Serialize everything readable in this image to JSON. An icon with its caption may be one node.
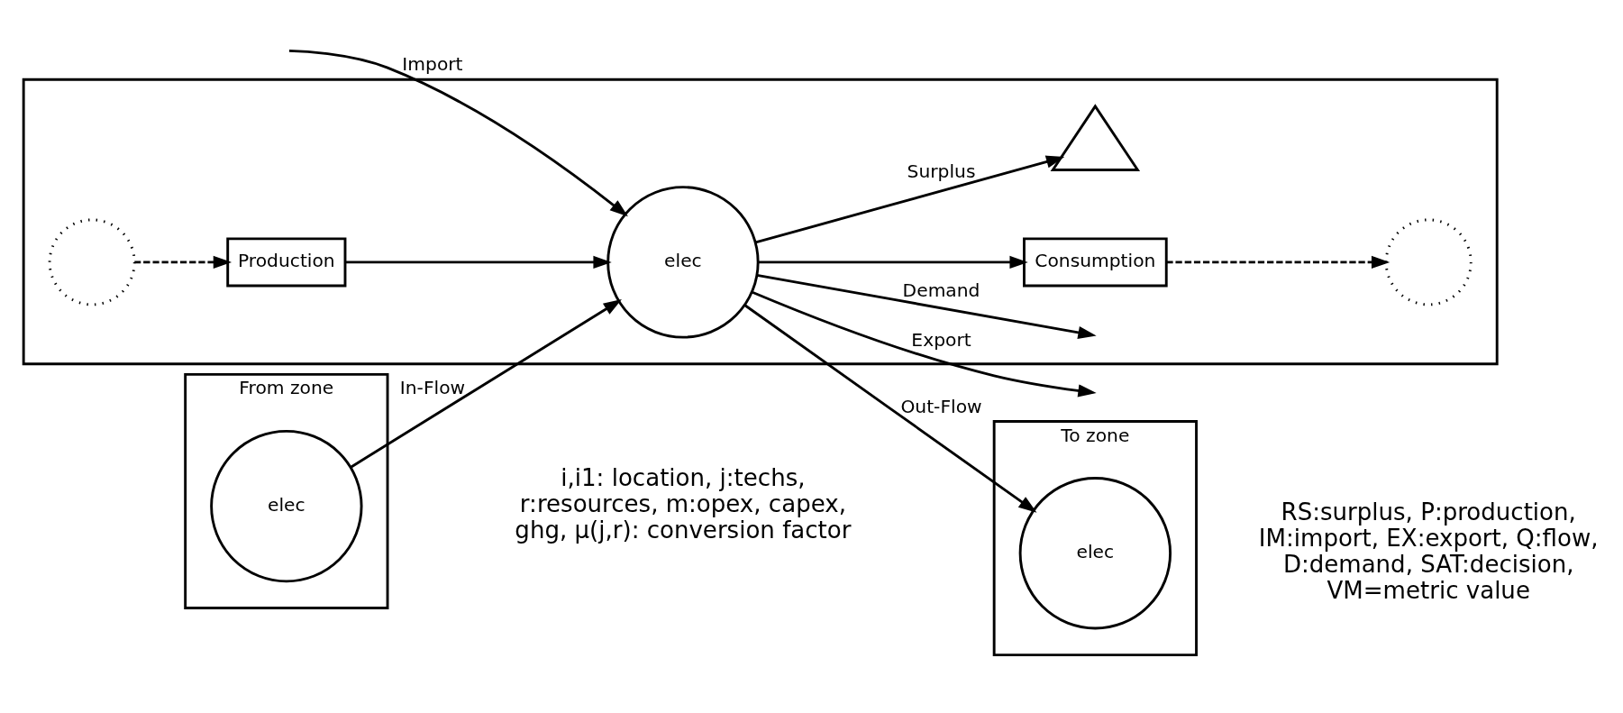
{
  "diagram": {
    "nodes": [
      {
        "text": [
          "From zone"
        ]
      },
      {
        "text": [
          "elec"
        ],
        "in": 0
      },
      {
        "text": [],
        "shape": "box"
      },
      {
        "text": [],
        "shape": "circle",
        "in": 2
      },
      {
        "text": [
          "Production"
        ],
        "in": 2
      },
      {
        "text": [
          "Consumption"
        ],
        "in": 2
      },
      {
        "text": [],
        "shape": "circle",
        "in": 2
      },
      {
        "text": [
          "elec"
        ],
        "in": 2
      },
      {
        "text": [],
        "shape": "triangle",
        "in": 2
      },
      {
        "text": [
          "To zone"
        ]
      },
      {
        "text": [
          "elec"
        ],
        "in": 9
      }
    ],
    "edges": [
      {
        "from": 3,
        "to": 4,
        "arrow": "to",
        "style": "dashed"
      },
      {
        "from": 5,
        "to": 6,
        "arrow": "to",
        "style": "dashed"
      },
      {
        "from": 4,
        "to": 7,
        "arrow": "to"
      },
      {
        "from": 7,
        "to": 5,
        "arrow": "to"
      },
      {
        "from": null,
        "to": 7,
        "arrow": "to",
        "label": "Import"
      },
      {
        "from": 7,
        "to": null,
        "arrow": "to",
        "label": "Export"
      },
      {
        "from": 1,
        "to": 7,
        "arrow": "to",
        "label": "In-Flow"
      },
      {
        "from": 7,
        "to": 10,
        "arrow": "to",
        "label": "Out-Flow"
      },
      {
        "from": 7,
        "to": 8,
        "arrow": "to",
        "label": "Surplus"
      },
      {
        "from": 7,
        "to": null,
        "arrow": "to",
        "label": "Demand"
      }
    ],
    "labels": [
      "i,i1: location, j:techs, r:resources, m:opex, capex, ghg, μ(j,r): conversion factor",
      "RS:surplus, P:production, IM:import, EX:export, Q:flow, D:demand, SAT:decision, VM=metric value"
    ]
  }
}
